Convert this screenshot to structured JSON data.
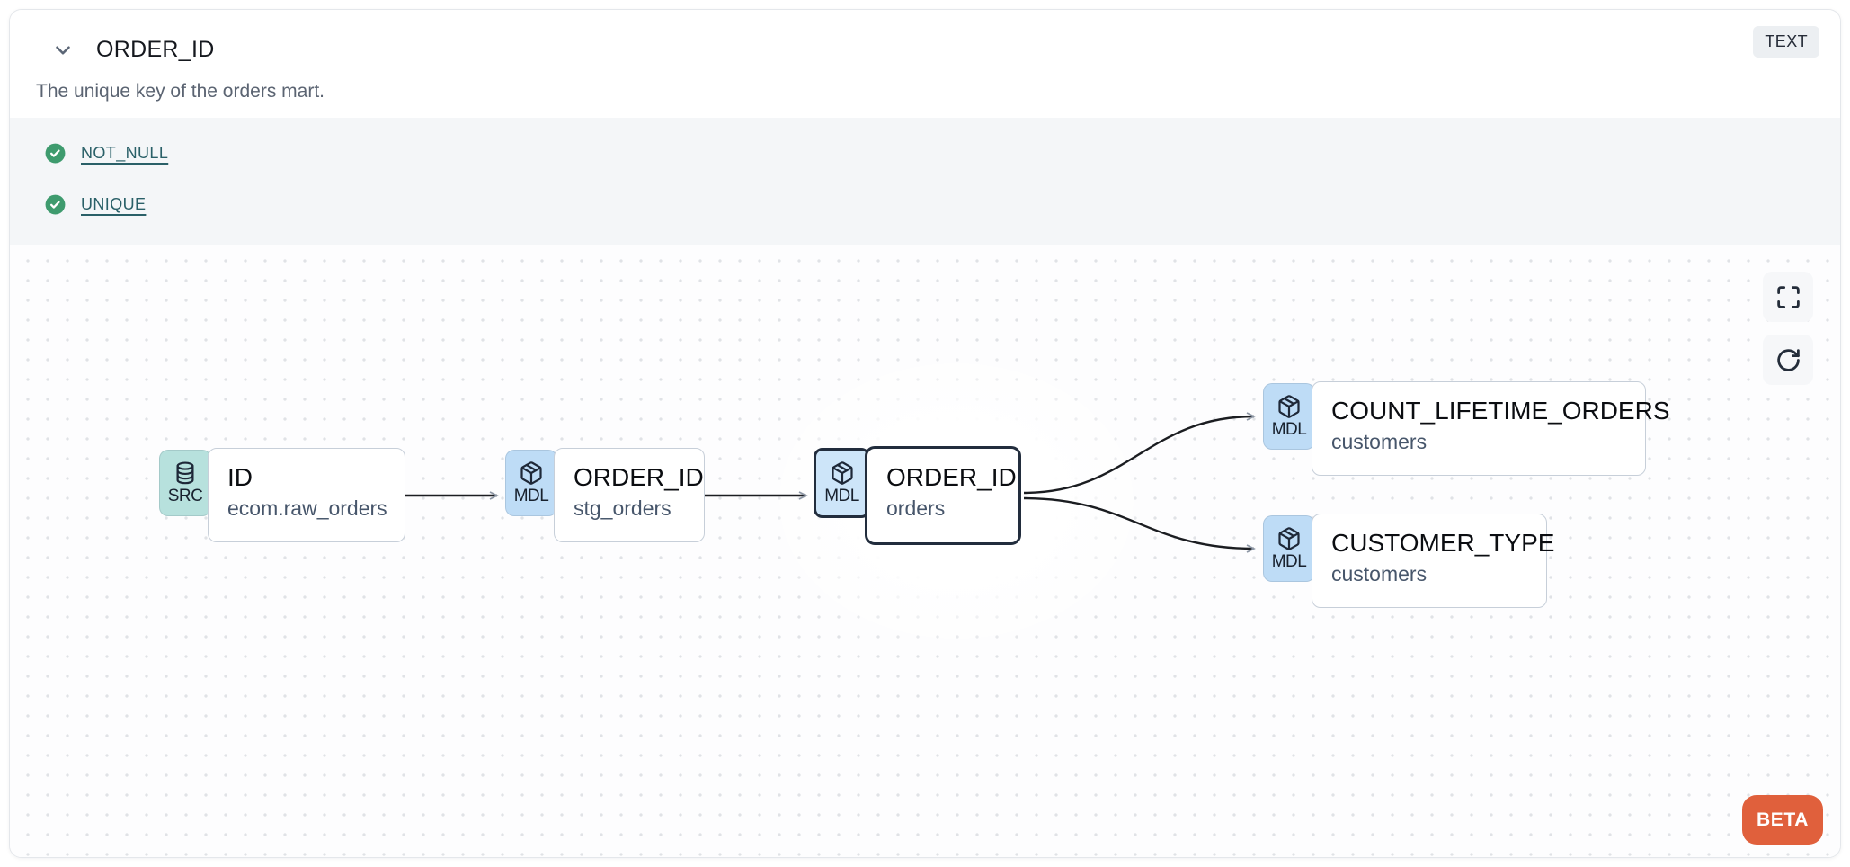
{
  "header": {
    "title": "ORDER_ID",
    "type_badge": "TEXT",
    "description": "The unique key of the orders mart."
  },
  "tests": {
    "items": [
      {
        "label": "NOT_NULL",
        "status": "pass"
      },
      {
        "label": "UNIQUE",
        "status": "pass"
      }
    ]
  },
  "lineage": {
    "nodes": [
      {
        "badge": "SRC",
        "icon": "database-icon",
        "title": "ID",
        "subtitle": "ecom.raw_orders",
        "selected": false
      },
      {
        "badge": "MDL",
        "icon": "package-icon",
        "title": "ORDER_ID",
        "subtitle": "stg_orders",
        "selected": false
      },
      {
        "badge": "MDL",
        "icon": "package-icon",
        "title": "ORDER_ID",
        "subtitle": "orders",
        "selected": true
      },
      {
        "badge": "MDL",
        "icon": "package-icon",
        "title": "COUNT_LIFETIME_ORDERS",
        "subtitle": "customers",
        "selected": false
      },
      {
        "badge": "MDL",
        "icon": "package-icon",
        "title": "CUSTOMER_TYPE",
        "subtitle": "customers",
        "selected": false
      }
    ],
    "edges": [
      {
        "from": "ID (ecom.raw_orders)",
        "to": "ORDER_ID (stg_orders)"
      },
      {
        "from": "ORDER_ID (stg_orders)",
        "to": "ORDER_ID (orders)"
      },
      {
        "from": "ORDER_ID (orders)",
        "to": "COUNT_LIFETIME_ORDERS (customers)"
      },
      {
        "from": "ORDER_ID (orders)",
        "to": "CUSTOMER_TYPE (customers)"
      }
    ],
    "beta_label": "BETA"
  },
  "colors": {
    "src_badge": "#b7e1dd",
    "mdl_badge": "#bedcf6",
    "selected_border": "#222d3d",
    "test_pass_green": "#3e9b6e",
    "test_link_teal": "#2a6068",
    "beta_orange": "#e0603c"
  }
}
